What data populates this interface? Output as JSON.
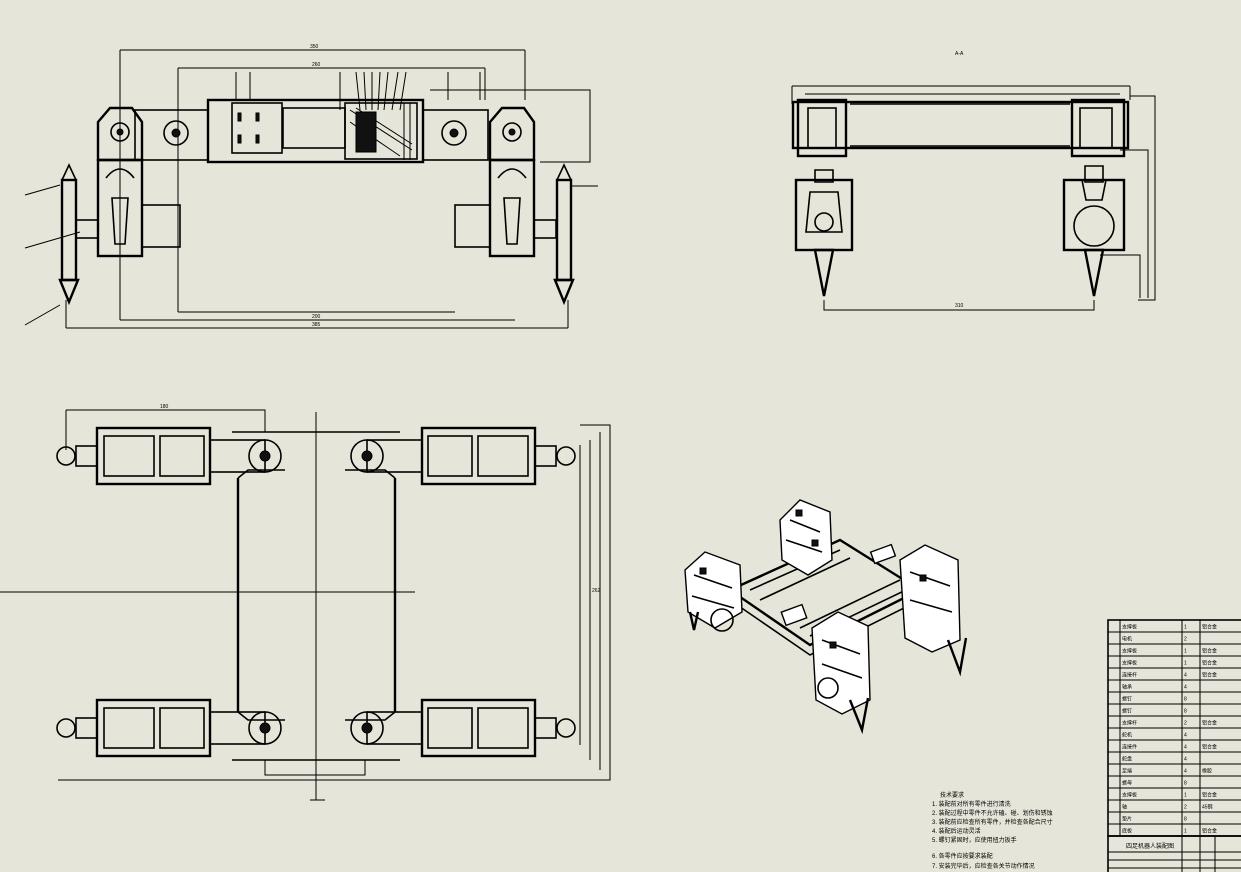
{
  "colors": {
    "background": "#e5e5d9",
    "line": "#000000"
  },
  "notes": {
    "lines": [
      "技术要求",
      "1. 装配前对所有零件进行清洗",
      "2. 装配过程中零件不允许磕、碰、划伤和锈蚀",
      "3. 装配前应检查所有零件，并检查各配合尺寸",
      "4. 装配后运动灵活",
      "5. 螺钉紧固时，应使用扭力扳手",
      "6. 各零件应按要求装配",
      "7. 安装完毕后，应检查各关节动作情况"
    ]
  },
  "parts_list": {
    "rows": [
      {
        "name": "支撑板",
        "qty": "1",
        "material": "铝合金"
      },
      {
        "name": "电机",
        "qty": "2",
        "material": ""
      },
      {
        "name": "支撑板",
        "qty": "1",
        "material": "铝合金"
      },
      {
        "name": "支撑板",
        "qty": "1",
        "material": "铝合金"
      },
      {
        "name": "连接杆",
        "qty": "4",
        "material": "铝合金"
      },
      {
        "name": "轴承",
        "qty": "4",
        "material": ""
      },
      {
        "name": "螺钉",
        "qty": "8",
        "material": ""
      },
      {
        "name": "螺钉",
        "qty": "8",
        "material": ""
      },
      {
        "name": "支撑杆",
        "qty": "2",
        "material": "铝合金"
      },
      {
        "name": "舵机",
        "qty": "4",
        "material": ""
      },
      {
        "name": "连接件",
        "qty": "4",
        "material": "铝合金"
      },
      {
        "name": "舵盘",
        "qty": "4",
        "material": ""
      },
      {
        "name": "足端",
        "qty": "4",
        "material": "橡胶"
      },
      {
        "name": "螺母",
        "qty": "8",
        "material": ""
      },
      {
        "name": "支撑板",
        "qty": "1",
        "material": "铝合金"
      },
      {
        "name": "轴",
        "qty": "2",
        "material": "45钢"
      },
      {
        "name": "垫片",
        "qty": "8",
        "material": ""
      },
      {
        "name": "底板",
        "qty": "1",
        "material": "铝合金"
      }
    ]
  },
  "title_block": {
    "title": "四足机器人装配图"
  }
}
